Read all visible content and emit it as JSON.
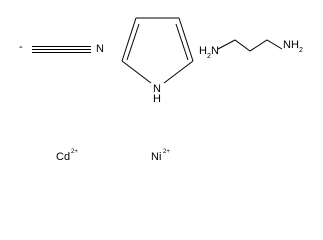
{
  "cyanide": {
    "charge": "-",
    "nitrogen": "N"
  },
  "pyrrole": {
    "nitrogen": "N",
    "hydrogen": "H"
  },
  "diamine": {
    "left_group_h": "H",
    "left_group_sub": "2",
    "left_group_n": "N",
    "right_group_n": "N",
    "right_group_h": "H",
    "right_group_sub": "2"
  },
  "ions": [
    {
      "symbol": "Cd",
      "charge": "2+"
    },
    {
      "symbol": "Ni",
      "charge": "2+"
    }
  ]
}
